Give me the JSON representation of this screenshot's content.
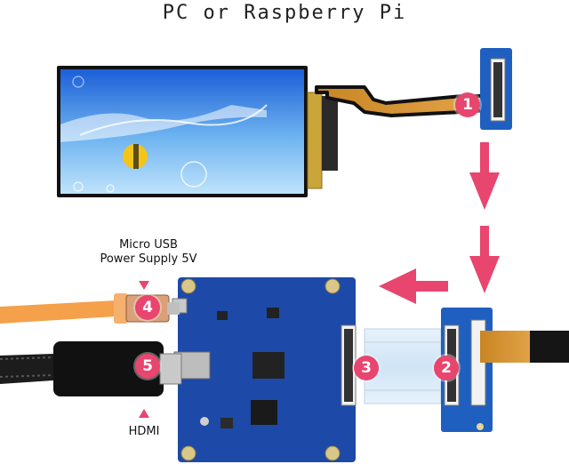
{
  "title": "PC or Raspberry Pi",
  "power_label": [
    "Micro USB",
    "Power Supply 5V"
  ],
  "hdmi_label": "HDMI",
  "badges": [
    "1",
    "2",
    "3",
    "4",
    "5"
  ],
  "colors": {
    "badge": "#e8456f",
    "arrow": "#e8456f",
    "pcb": "#1d49a8",
    "cable_orange": "#f5a04a",
    "fpc": "#d08a2a"
  }
}
